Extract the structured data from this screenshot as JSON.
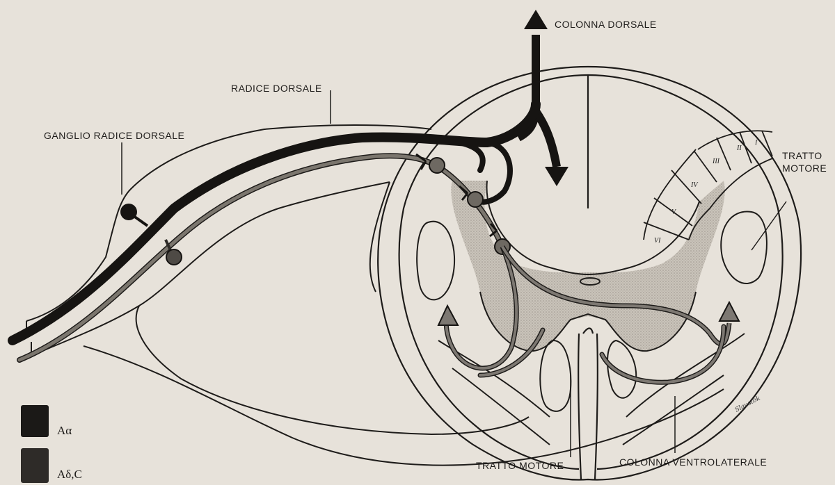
{
  "labels": {
    "dorsal_column": "COLONNA DORSALE",
    "dorsal_root": "RADICE DORSALE",
    "dorsal_root_ganglion": "GANGLIO RADICE DORSALE",
    "motor_tract_right": "TRATTO\nMOTORE",
    "motor_tract_bottom": "TRATTO MOTORE",
    "ventrolateral_column": "COLONNA VENTROLATERALE"
  },
  "laminae": [
    "I",
    "II",
    "III",
    "IV",
    "V",
    "VI"
  ],
  "legend": [
    {
      "label": "Aα",
      "color": "#1b1917"
    },
    {
      "label": "Aδ,C",
      "color": "#2e2b28"
    }
  ],
  "signature": "Slaustok"
}
